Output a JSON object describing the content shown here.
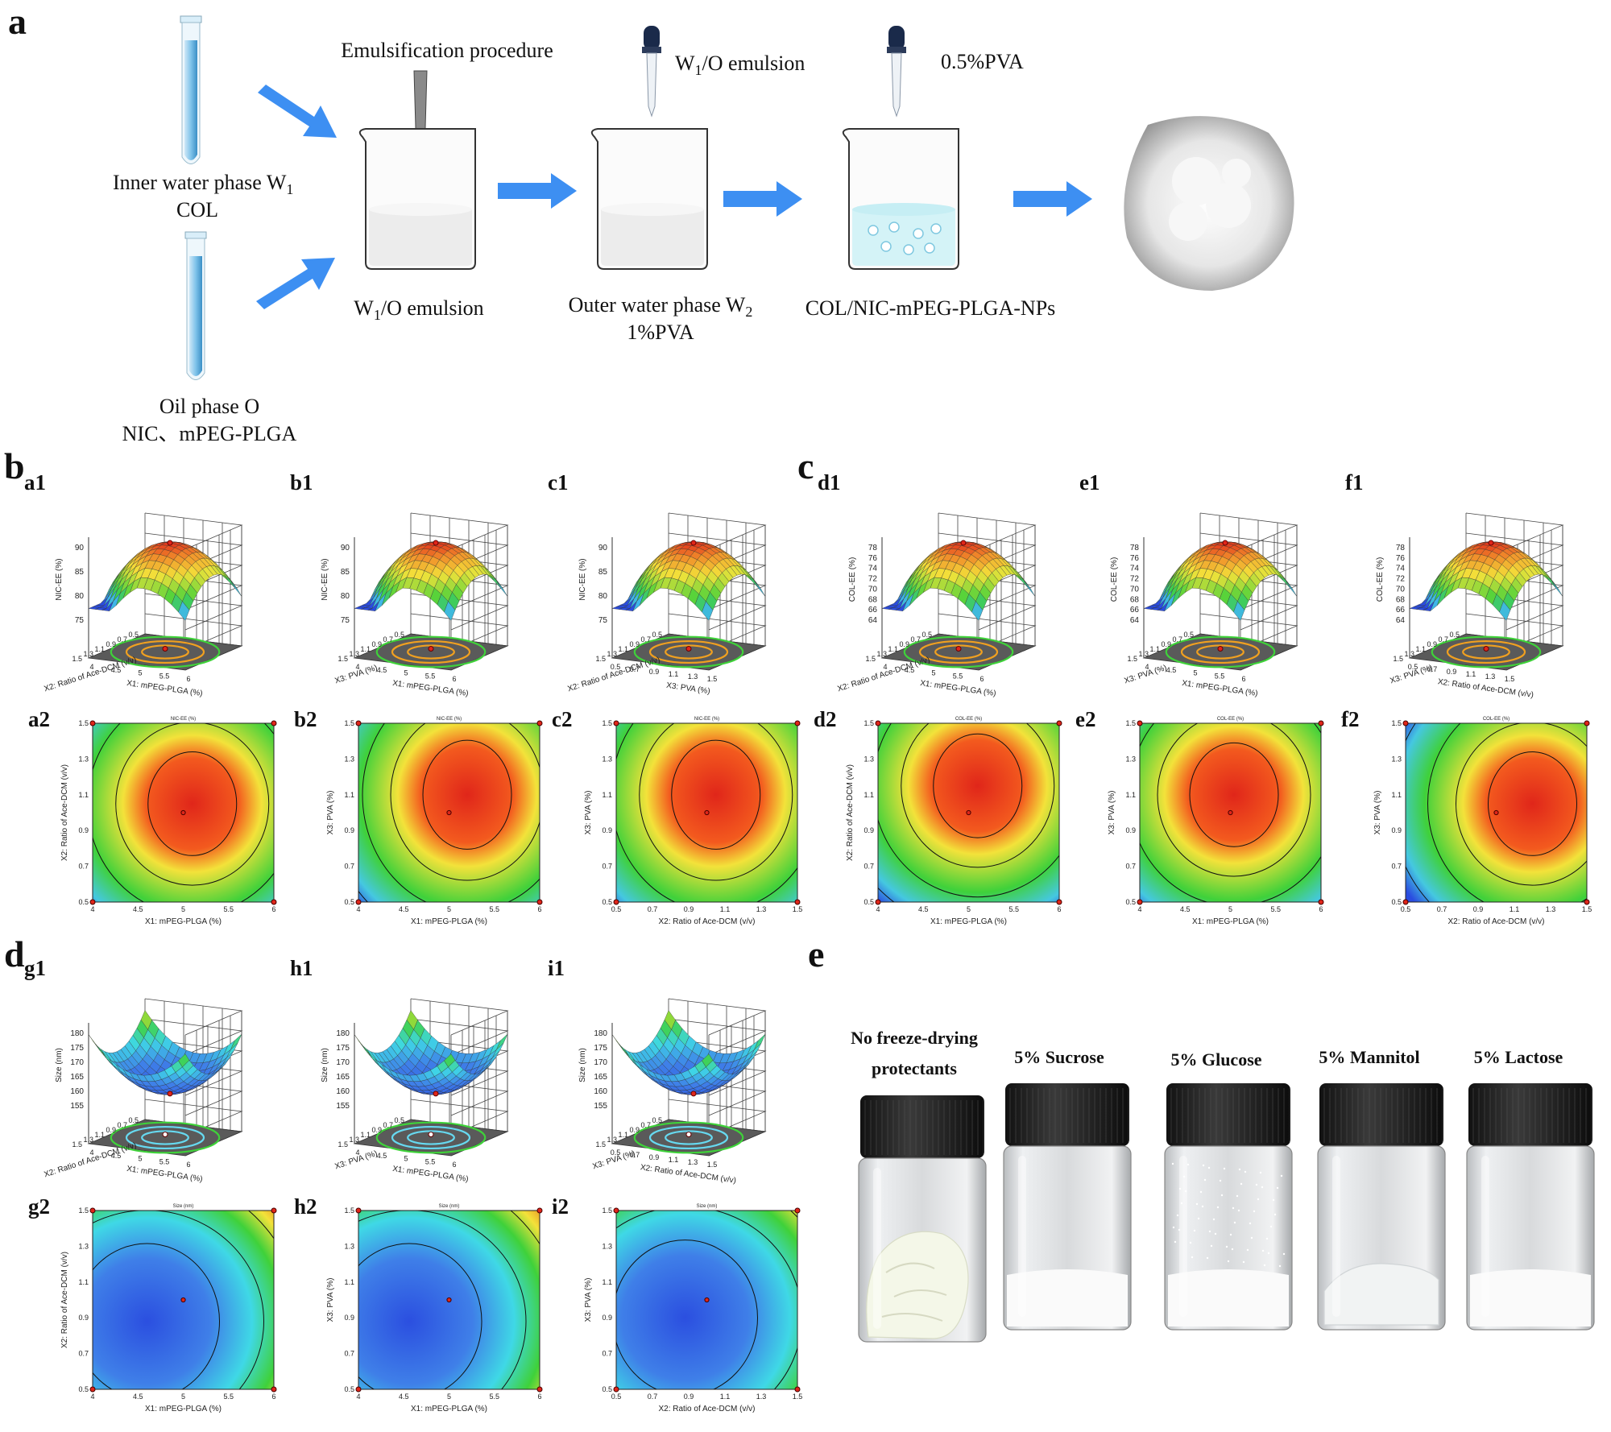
{
  "panel_labels": {
    "a": "a",
    "b": "b",
    "c": "c",
    "d": "d",
    "e": "e"
  },
  "schematic": {
    "inner_water_line1": "Inner water phase W",
    "inner_water_sub": "1",
    "inner_water_line2": "COL",
    "oil_phase_line1": "Oil phase O",
    "oil_phase_line2": "NIC、mPEG-PLGA",
    "emulsification": "Emulsification procedure",
    "w1o_emulsion_caption_pre": "W",
    "w1o_emulsion_caption_sub": "1",
    "w1o_emulsion_caption_post": "/O emulsion",
    "dropper1_pre": "W",
    "dropper1_sub": "1",
    "dropper1_post": "/O emulsion",
    "dropper2": "0.5%PVA",
    "outer_water_pre": "Outer water phase W",
    "outer_water_sub": "2",
    "outer_water_line2": "1%PVA",
    "product": "COL/NIC-mPEG-PLGA-NPs"
  },
  "subpanels": {
    "b": [
      {
        "id": "a1",
        "zlabel": "NIC-EE (%)",
        "zticks": [
          "75",
          "80",
          "85",
          "90"
        ],
        "xlabel": "X1: mPEG-PLGA (%)",
        "ylabel": "X2: Ratio of Ace-DCM (v/v)",
        "xticks": [
          "4",
          "4.5",
          "5",
          "5.5",
          "6"
        ],
        "yticks": [
          "0.5",
          "0.7",
          "0.9",
          "1.1",
          "1.3",
          "1.5"
        ]
      },
      {
        "id": "b1",
        "zlabel": "NIC-EE (%)",
        "zticks": [
          "75",
          "80",
          "85",
          "90"
        ],
        "xlabel": "X1: mPEG-PLGA (%)",
        "ylabel": "X3: PVA (%)",
        "xticks": [
          "4",
          "4.5",
          "5",
          "5.5",
          "6"
        ],
        "yticks": [
          "0.5",
          "0.7",
          "0.9",
          "1.1",
          "1.3",
          "1.5"
        ]
      },
      {
        "id": "c1",
        "zlabel": "NIC-EE (%)",
        "zticks": [
          "75",
          "80",
          "85",
          "90"
        ],
        "xlabel": "X3: PVA (%)",
        "ylabel": "X2: Ratio of Ace-DCM (v/v)",
        "xticks": [
          "0.5",
          "0.7",
          "0.9",
          "1.1",
          "1.3",
          "1.5"
        ],
        "yticks": [
          "0.5",
          "0.7",
          "0.9",
          "1.1",
          "1.3",
          "1.5"
        ]
      },
      {
        "id": "a2",
        "title": "NIC-EE (%)",
        "xlabel": "X1: mPEG-PLGA (%)",
        "ylabel": "X2: Ratio of Ace-DCM (v/v)",
        "xticks": [
          "4",
          "4.5",
          "5",
          "5.5",
          "6"
        ],
        "yticks": [
          "0.5",
          "0.7",
          "0.9",
          "1.1",
          "1.3",
          "1.5"
        ]
      },
      {
        "id": "b2",
        "title": "NIC-EE (%)",
        "xlabel": "X1: mPEG-PLGA (%)",
        "ylabel": "X3: PVA (%)",
        "xticks": [
          "4",
          "4.5",
          "5",
          "5.5",
          "6"
        ],
        "yticks": [
          "0.5",
          "0.7",
          "0.9",
          "1.1",
          "1.3",
          "1.5"
        ]
      },
      {
        "id": "c2",
        "title": "NIC-EE (%)",
        "xlabel": "X2: Ratio of Ace-DCM (v/v)",
        "ylabel": "X3: PVA (%)",
        "xticks": [
          "0.5",
          "0.7",
          "0.9",
          "1.1",
          "1.3",
          "1.5"
        ],
        "yticks": [
          "0.5",
          "0.7",
          "0.9",
          "1.1",
          "1.3",
          "1.5"
        ]
      }
    ],
    "c": [
      {
        "id": "d1",
        "zlabel": "COL-EE (%)",
        "zticks": [
          "64",
          "66",
          "68",
          "70",
          "72",
          "74",
          "76",
          "78"
        ],
        "xlabel": "X1: mPEG-PLGA (%)",
        "ylabel": "X2: Ratio of Ace-DCM (v/v)"
      },
      {
        "id": "e1",
        "zlabel": "COL-EE (%)",
        "zticks": [
          "64",
          "66",
          "68",
          "70",
          "72",
          "74",
          "76",
          "78"
        ],
        "xlabel": "X1: mPEG-PLGA (%)",
        "ylabel": "X3: PVA (%)"
      },
      {
        "id": "f1",
        "zlabel": "COL-EE (%)",
        "zticks": [
          "64",
          "66",
          "68",
          "70",
          "72",
          "74",
          "76",
          "78"
        ],
        "xlabel": "X2: Ratio of Ace-DCM (v/v)",
        "ylabel": "X3: PVA (%)"
      },
      {
        "id": "d2",
        "title": "COL-EE (%)",
        "xlabel": "X1: mPEG-PLGA (%)",
        "ylabel": "X2: Ratio of Ace-DCM (v/v)",
        "xticks": [
          "4",
          "4.5",
          "5",
          "5.5",
          "6"
        ]
      },
      {
        "id": "e2",
        "title": "COL-EE (%)",
        "xlabel": "X1: mPEG-PLGA (%)",
        "ylabel": "X3: PVA (%)",
        "xticks": [
          "4",
          "4.5",
          "5",
          "5.5",
          "6"
        ]
      },
      {
        "id": "f2",
        "title": "COL-EE (%)",
        "xlabel": "X2: Ratio of Ace-DCM (v/v)",
        "ylabel": "X3: PVA (%)",
        "xticks": [
          "0.5",
          "0.7",
          "0.9",
          "1.1",
          "1.3",
          "1.5"
        ]
      }
    ],
    "d": [
      {
        "id": "g1",
        "zlabel": "Size (nm)",
        "zticks": [
          "155",
          "160",
          "165",
          "170",
          "175",
          "180"
        ],
        "xlabel": "X1: mPEG-PLGA (%)",
        "ylabel": "X2: Ratio of Ace-DCM (v/v)"
      },
      {
        "id": "h1",
        "zlabel": "Size (nm)",
        "zticks": [
          "155",
          "160",
          "165",
          "170",
          "175",
          "180"
        ],
        "xlabel": "X1: mPEG-PLGA (%)",
        "ylabel": "X3: PVA (%)"
      },
      {
        "id": "i1",
        "zlabel": "Size (nm)",
        "zticks": [
          "155",
          "160",
          "165",
          "170",
          "175",
          "180"
        ],
        "xlabel": "X2: Ratio of Ace-DCM (v/v)",
        "ylabel": "X3: PVA (%)"
      },
      {
        "id": "g2",
        "title": "Size (nm)",
        "xlabel": "X1: mPEG-PLGA (%)",
        "ylabel": "X2: Ratio of Ace-DCM (v/v)",
        "xticks": [
          "4",
          "4.5",
          "5",
          "5.5",
          "6"
        ]
      },
      {
        "id": "h2",
        "title": "Size (nm)",
        "xlabel": "X1: mPEG-PLGA (%)",
        "ylabel": "X3: PVA (%)",
        "xticks": [
          "4",
          "4.5",
          "5",
          "5.5",
          "6"
        ]
      },
      {
        "id": "i2",
        "title": "Size (nm)",
        "xlabel": "X2: Ratio of Ace-DCM (v/v)",
        "ylabel": "X3: PVA (%)",
        "xticks": [
          "0.5",
          "0.7",
          "0.9",
          "1.1",
          "1.3",
          "1.5"
        ]
      }
    ]
  },
  "vials": [
    {
      "label_line1": "No freeze-drying",
      "label_line2": "protectants"
    },
    {
      "label_line1": "5% Sucrose"
    },
    {
      "label_line1": "5% Glucose"
    },
    {
      "label_line1": "5% Mannitol"
    },
    {
      "label_line1": "5% Lactose"
    }
  ],
  "colors": {
    "arrow": "#3d8ff2",
    "peak_red": "#e0261a",
    "mid_yellow": "#f3e23a",
    "low_green": "#3fd13a",
    "low_blue": "#2a4ce0",
    "size_blue": "#2b4fe0",
    "size_cyan": "#3fd8e6",
    "floor_gray": "#5a5a5a"
  }
}
